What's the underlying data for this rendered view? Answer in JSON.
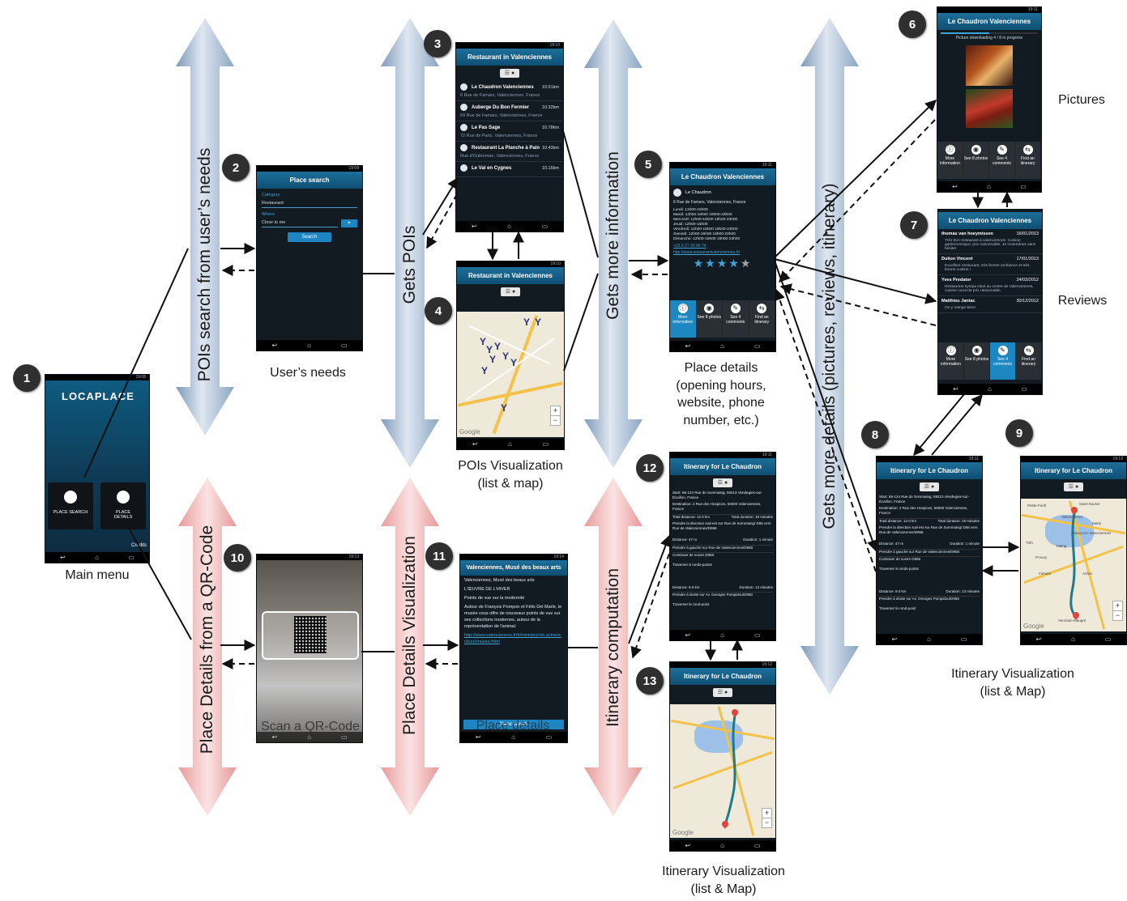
{
  "badges": [
    "1",
    "2",
    "3",
    "4",
    "5",
    "6",
    "7",
    "8",
    "9",
    "10",
    "11",
    "12",
    "13"
  ],
  "bands": {
    "pois_search": "POIs search from user’s needs",
    "gets_pois": "Gets POIs",
    "gets_more_info": "Gets more information",
    "gets_more_details": "Gets more details (pictures, reviews, itinerary)",
    "qr": "Place Details from a QR-Code",
    "pdv": "Place Details Visualization",
    "itin": "Itinerary computation"
  },
  "captions": {
    "main_menu": "Main menu",
    "users_needs": "User’s needs",
    "pois_vis_1": "POIs Visualization",
    "pois_vis_2": "(list & map)",
    "place_details_1": "Place details",
    "place_details_2": "(opening hours,",
    "place_details_3": "website, phone",
    "place_details_4": "number, etc.)",
    "pictures": "Pictures",
    "reviews": "Reviews",
    "itin_vis_r1": "Itinerary Visualization",
    "itin_vis_r2": "(list & Map)",
    "itin_vis_b1": "Itinerary Visualization",
    "itin_vis_b2": "(list & Map)",
    "scan": "Scan a QR-Code",
    "place_details_faded": "Place details"
  },
  "s1": {
    "status": "19:08",
    "logo": "LOCAPLACE",
    "btn1": "PLACE SEARCH",
    "btn2": "PLACE DETAILS",
    "credits": "Credits"
  },
  "s2": {
    "status": "19:09",
    "title": "Place search",
    "cat_label": "Category",
    "cat_value": "Restaurant",
    "where_label": "Where",
    "where_value": "Close to me",
    "search": "Search"
  },
  "s3": {
    "status": "19:10",
    "title": "Restaurant in Valenciennes",
    "items": [
      {
        "name": "Le Chaudron Valenciennes",
        "dist": "10.51km",
        "addr": "6 Rue de Famars, Valenciennes, France"
      },
      {
        "name": "Auberge Du Bon Fermier",
        "dist": "10.32km",
        "addr": "64 Rue de Famars, Valenciennes, France"
      },
      {
        "name": "Le Pas Sage",
        "dist": "10.78km",
        "addr": "72 Rue de Paris, Valenciennes, France"
      },
      {
        "name": "Restaurant La Planche à Pain",
        "dist": "10.43km",
        "addr": "Rue d'Oultreman, Valenciennes, France"
      },
      {
        "name": "Le Val en Cygnes",
        "dist": "10.15km",
        "addr": ""
      }
    ]
  },
  "s4": {
    "status": "19:10",
    "title": "Restaurant in Valenciennes",
    "google": "Google"
  },
  "s5": {
    "status": "19:11",
    "title": "Le Chaudron Valenciennes",
    "name": "Le Chaudron",
    "addr": "6 Rue de Famars, Valenciennes, France",
    "hours": [
      "Lundi: 12h00-15h00",
      "Mardi: 12h00-15h00 19h00-23h00",
      "Mercredi: 12h00-15h00 19h00-23h00",
      "Jeudi: 12h00-15h00",
      "Vendredi: 12h00-15h00 19h00-23h00",
      "Samedi: 12h00-15h00 19h00-23h00",
      "Dimanche: 12h00-15h00 19h00-23h00"
    ],
    "phone": "+33 3 27 30 06 74",
    "url": "http://www.restaurantvalenciennes.fr/",
    "rating": 4,
    "actions": [
      "More information",
      "See 8 photos",
      "See 4 comments",
      "Find an itinerary"
    ]
  },
  "s6": {
    "status": "19:11",
    "title": "Le Chaudron Valenciennes",
    "progress_text": "Picture downloading 4 / 8 in progress",
    "progress": 0.5,
    "actions": [
      "More information",
      "See 8 photos",
      "See 4 comments",
      "Find an itinerary"
    ]
  },
  "s7": {
    "title": "Le Chaudron Valenciennes",
    "reviews": [
      {
        "author": "thomas van hoeymissen",
        "date": "16/01/2013",
        "text": "Très bon restaurant à valenciennes. Cuisine gastronomique, prix raisonnable. Je reviendrais sans hésiter"
      },
      {
        "author": "Dulion Vincent",
        "date": "17/01/2013",
        "text": "Excellent restaurant, très bonne ambiance et très bonne cuisine !"
      },
      {
        "author": "Yves Predator",
        "date": "24/03/2012",
        "text": "Restaurant sympa situé au centre de Valenciennes, cuisine correcte prix raisonnable."
      },
      {
        "author": "Matthieu Jantac",
        "date": "30/12/2012",
        "text": "On y mange bien!"
      }
    ],
    "actions": [
      "More information",
      "See 8 photos",
      "See 4 comments",
      "Find an itinerary"
    ]
  },
  "s8": {
    "status": "19:11",
    "title": "Itinerary for Le Chaudron",
    "start": "Start: 66-124 Rue de Sommaing, 59213 Vendegies-sur-Écaillon, France",
    "dest": "Destination: 2 Rue des Hospices, 59300 Valenciennes, France",
    "dist_total": "Total distance: 12.0 km",
    "dur_total": "Total duration: 19 minutes",
    "step1": "Prendre la direction sud-est sur Rue de Sommaing/ D85 vers Rue de Valenciennes/D958",
    "dist1": "Distance: 47 m",
    "dur1": "Duration: 1 minute",
    "step2": "Prendre à gauche sur Rue de Valenciennes/D958",
    "step3": "Continuer de suivre D958",
    "step4": "Traverser 8 ronds-points",
    "dist2": "Distance: 9.0 km",
    "dur2": "Duration: 13 minutes",
    "step5": "Prendre à droite sur Av. Georges Pompidou/D958",
    "step6": "Traverser le rond-point"
  },
  "s9": {
    "status": "19:12",
    "title": "Itinerary for Le Chaudron",
    "google": "Google",
    "places": [
      "Petite-Forêt",
      "Saint-Saulve",
      "Valenciennes",
      "Marly",
      "Aulnoy-lez-Valenciennes",
      "Trith",
      "Maing",
      "Prouvy",
      "Famars",
      "Artres",
      "Verchain-Maugré"
    ]
  },
  "s10": {
    "status": "19:13"
  },
  "s11": {
    "status": "19:14",
    "title": "Valenciennes, Musé des beaux arts",
    "name": "Valenciennes, Musé des beaux arts",
    "sub": "L'ŒUVRE DE L'HIVER",
    "sub2": "Points de vue sur la modernité",
    "text": "Autour de François Pompon et Félix Del Marle, le musée vous offre de nouveaux points de vue sur ses collections modernes, autour de la représentation de l'animal.",
    "url": "http://www.valenciennes.fr/fr/ministes/vie-active/culture/musee.html",
    "button": "Place search"
  },
  "s12": {
    "status": "19:11",
    "title": "Itinerary for Le Chaudron"
  },
  "s13": {
    "status": "19:12",
    "title": "Itinerary for Le Chaudron",
    "google": "Google"
  }
}
